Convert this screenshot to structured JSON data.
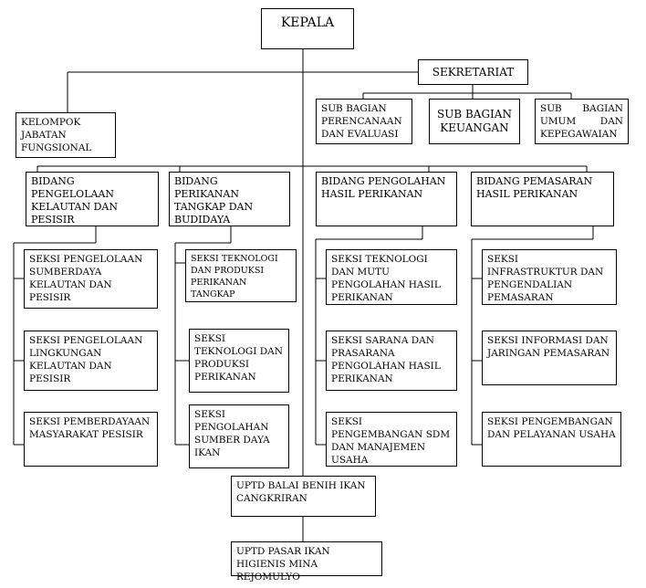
{
  "head": "KEPALA",
  "secretariat": "SEKRETARIAT",
  "functional_group": "KELOMPOK JABATAN FUNGSIONAL",
  "sub_units": {
    "planning": "SUB BAGIAN PERENCANAAN DAN EVALUASI",
    "finance": "SUB BAGIAN KEUANGAN",
    "general": "SUB BAGIAN UMUM DAN KEPEGAWAIAN"
  },
  "divisions": {
    "coastal": "BIDANG PENGELOLAAN KELAUTAN DAN PESISIR",
    "fisheries": "BIDANG PERIKANAN TANGKAP DAN BUDIDAYA",
    "processing": "BIDANG PENGOLAHAN HASIL PERIKANAN",
    "marketing": "BIDANG PEMASARAN HASIL PERIKANAN"
  },
  "sections": {
    "coastal_1": "SEKSI PENGELOLAAN SUMBERDAYA KELAUTAN DAN PESISIR",
    "coastal_2": "SEKSI PENGELOLAAN LINGKUNGAN KELAUTAN DAN PESISIR",
    "coastal_3": "SEKSI PEMBERDAYAAN MASYARAKAT PESISIR",
    "fisheries_1": "SEKSI TEKNOLOGI DAN PRODUKSI PERIKANAN TANGKAP",
    "fisheries_2": "SEKSI TEKNOLOGI DAN PRODUKSI PERIKANAN",
    "fisheries_3": "SEKSI PENGOLAHAN SUMBER DAYA IKAN",
    "processing_1": "SEKSI TEKNOLOGI DAN MUTU PENGOLAHAN HASIL PERIKANAN",
    "processing_2": "SEKSI SARANA DAN PRASARANA PENGOLAHAN HASIL PERIKANAN",
    "processing_3": "SEKSI PENGEMBANGAN SDM DAN MANAJEMEN USAHA",
    "marketing_1": "SEKSI INFRASTRUKTUR DAN PENGENDALIAN PEMASARAN",
    "marketing_2": "SEKSI INFORMASI DAN JARINGAN PEMASARAN",
    "marketing_3": "SEKSI PENGEMBANGAN DAN PELAYANAN USAHA"
  },
  "uptd": {
    "hatchery": "UPTD BALAI BENIH IKAN CANGKRIRAN",
    "market": "UPTD PASAR IKAN HIGIENIS MINA REJOMULYO"
  }
}
